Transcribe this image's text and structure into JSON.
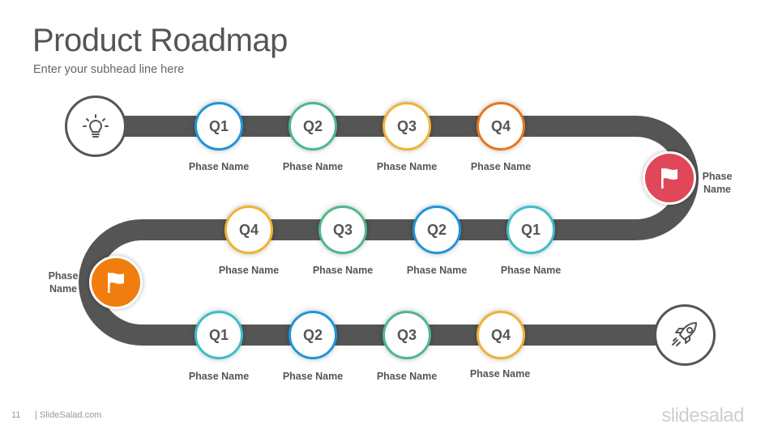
{
  "title": "Product Roadmap",
  "subtitle": "Enter your subhead line here",
  "rows": [
    {
      "nodes": [
        {
          "label": "Q1",
          "phase": "Phase Name",
          "color": "#1E96D8"
        },
        {
          "label": "Q2",
          "phase": "Phase Name",
          "color": "#4DB88A"
        },
        {
          "label": "Q3",
          "phase": "Phase Name",
          "color": "#F2B233"
        },
        {
          "label": "Q4",
          "phase": "Phase Name",
          "color": "#E8761C"
        }
      ]
    },
    {
      "nodes": [
        {
          "label": "Q4",
          "phase": "Phase Name",
          "color": "#F2B233"
        },
        {
          "label": "Q3",
          "phase": "Phase Name",
          "color": "#4DB88A"
        },
        {
          "label": "Q2",
          "phase": "Phase Name",
          "color": "#1E96D8"
        },
        {
          "label": "Q1",
          "phase": "Phase Name",
          "color": "#3BBFC8"
        }
      ]
    },
    {
      "nodes": [
        {
          "label": "Q1",
          "phase": "Phase Name",
          "color": "#3BBFC8"
        },
        {
          "label": "Q2",
          "phase": "Phase Name",
          "color": "#1E96D8"
        },
        {
          "label": "Q3",
          "phase": "Phase Name",
          "color": "#4DB88A"
        },
        {
          "label": "Q4",
          "phase": "Phase Name",
          "color": "#F2B233"
        }
      ]
    }
  ],
  "milestones": [
    {
      "label": "Phase Name",
      "color": "#E04759",
      "icon": "flag-icon"
    },
    {
      "label": "Phase Name",
      "color": "#F07D0E",
      "icon": "flag-icon"
    }
  ],
  "start_icon": "lightbulb-icon",
  "end_icon": "rocket-icon",
  "road_color": "#555555",
  "footer": {
    "page_number": "11",
    "site": "| SlideSalad.com",
    "brand": "slidesalad"
  }
}
